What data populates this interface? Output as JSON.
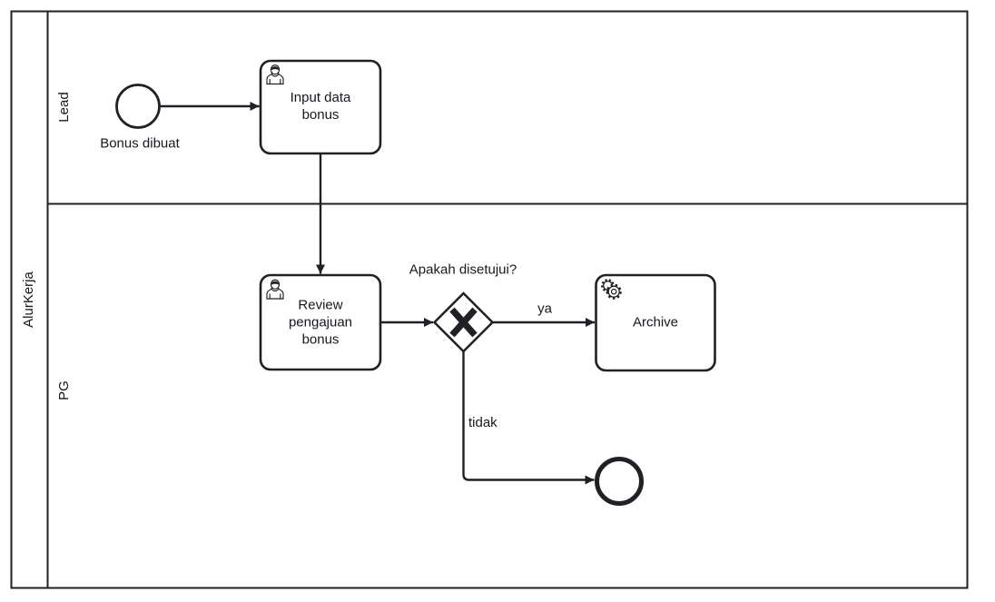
{
  "diagram": {
    "type": "bpmn-process",
    "pool": {
      "label": "AlurKerja"
    },
    "lanes": [
      {
        "label": "Lead"
      },
      {
        "label": "PG"
      }
    ],
    "nodes": {
      "start_event": {
        "type": "start-event",
        "label": "Bonus dibuat"
      },
      "input_task": {
        "type": "user-task",
        "label": "Input data\nbonus"
      },
      "review_task": {
        "type": "user-task",
        "label": "Review\npengajuan\nbonus"
      },
      "gateway": {
        "type": "exclusive-gateway",
        "label": "Apakah disetujui?"
      },
      "archive_task": {
        "type": "service-task",
        "label": "Archive"
      },
      "end_event": {
        "type": "end-event",
        "label": ""
      }
    },
    "flows": {
      "start_to_input": {
        "label": ""
      },
      "input_to_review": {
        "label": ""
      },
      "review_to_gateway": {
        "label": ""
      },
      "gateway_to_archive": {
        "label": "ya"
      },
      "gateway_to_end": {
        "label": "tidak"
      }
    }
  },
  "colors": {
    "stroke": "#1f2125",
    "text": "#16181d",
    "background": "#ffffff"
  }
}
